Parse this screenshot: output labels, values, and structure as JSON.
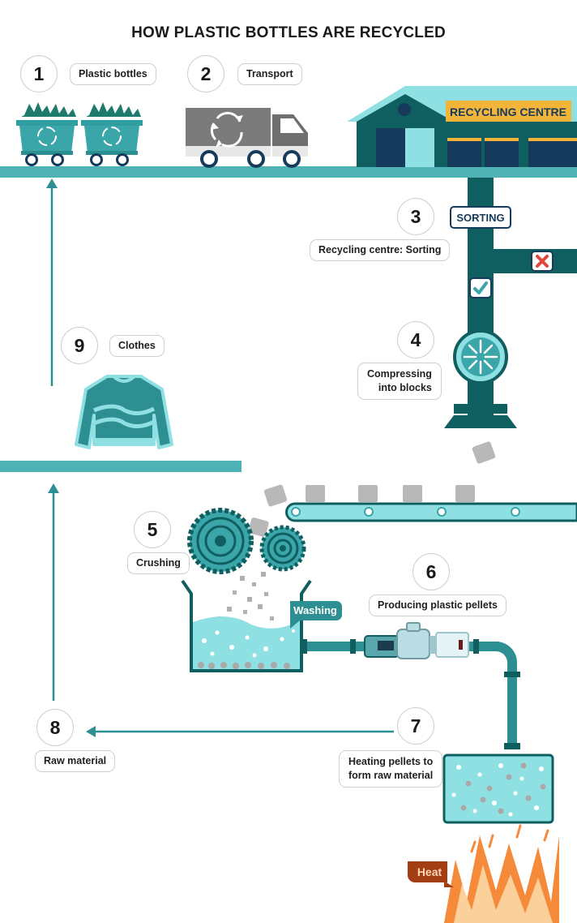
{
  "title": "HOW PLASTIC BOTTLES ARE RECYCLED",
  "colors": {
    "teal_dark": "#0f5f60",
    "teal": "#3aa6a9",
    "teal_light": "#8fe0e3",
    "gold": "#f3b43a",
    "navy": "#163a5c",
    "grey": "#a6a6a6",
    "heat_orange": "#f58a3a",
    "heat_label": "#a33d14"
  },
  "steps": [
    {
      "number": "1",
      "label": "Plastic bottles"
    },
    {
      "number": "2",
      "label": "Transport"
    },
    {
      "number": "3",
      "label": "Recycling centre: Sorting"
    },
    {
      "number": "4",
      "label": "Compressing\ninto blocks"
    },
    {
      "number": "5",
      "label": "Crushing"
    },
    {
      "number": "6",
      "label": "Producing plastic pellets"
    },
    {
      "number": "7",
      "label": "Heating pellets to\nform raw material"
    },
    {
      "number": "8",
      "label": "Raw material"
    },
    {
      "number": "9",
      "label": "Clothes"
    }
  ],
  "signs": {
    "recycling_centre": "RECYCLING CENTRE",
    "sorting": "SORTING",
    "washing": "Washing",
    "heat": "Heat"
  },
  "icons": [
    "recycle-icon",
    "check-icon",
    "cross-icon",
    "compress-icon"
  ]
}
